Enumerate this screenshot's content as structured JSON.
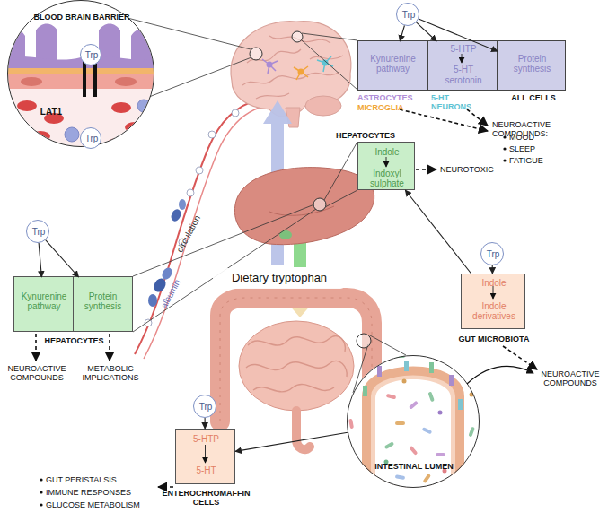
{
  "diagram": {
    "nodes": [
      {
        "text": [
          "Trp"
        ]
      },
      {
        "text": [
          "ALL CELLS"
        ]
      },
      {
        "text": [
          "Kynurenine pathway"
        ],
        "in": 1
      },
      {
        "text": [
          "5-HTP",
          "5-HT",
          "serotonin"
        ],
        "in": 1
      },
      {
        "text": [
          "Protein synthesis"
        ],
        "in": 1
      },
      {
        "text": [
          "BLOOD BRAIN BARRIER",
          "LAT1"
        ]
      },
      {
        "text": [
          "Trp"
        ],
        "in": 5
      },
      {
        "text": [
          "Trp"
        ],
        "in": 5
      },
      {
        "text": [
          "HEPATOCYTES",
          "Indole",
          "Indoxyl sulphate"
        ]
      },
      {
        "text": [
          "Trp"
        ]
      },
      {
        "text": [
          "HEPATOCYTES"
        ]
      },
      {
        "text": [
          "Kynurenine pathway"
        ],
        "in": 10
      },
      {
        "text": [
          "Protein synthesis"
        ],
        "in": 10
      },
      {
        "text": [
          "Trp"
        ]
      },
      {
        "text": [
          "Indole",
          "Indole derivatives",
          "GUT MICROBIOTA"
        ]
      },
      {
        "text": [
          "Dietary tryptophan"
        ]
      },
      {
        "text": [
          "INTESTINAL LUMEN"
        ]
      },
      {
        "text": [
          "Trp"
        ]
      },
      {
        "text": [
          "5-HTP",
          "5-HT",
          "ENTEROCHROMAFFIN CELLS"
        ]
      }
    ],
    "edges": [
      {
        "from": 0,
        "to": 2,
        "arrow": "to"
      },
      {
        "from": 0,
        "to": 3,
        "arrow": "to"
      },
      {
        "from": 0,
        "to": 4,
        "arrow": "to"
      },
      {
        "from": 9,
        "to": 11,
        "arrow": "to"
      },
      {
        "from": 9,
        "to": 12,
        "arrow": "to"
      },
      {
        "from": 13,
        "to": 14,
        "arrow": "to"
      },
      {
        "from": 17,
        "to": 18,
        "arrow": "to"
      },
      {
        "from": 14,
        "to": 8,
        "arrow": "to"
      },
      {
        "from": 16,
        "to": 18,
        "arrow": "to"
      }
    ],
    "labels": [
      "ASTROCYTES",
      "MICROGLIA",
      "5-HT NEURONS",
      "NEUROACTIVE COMPOUNDS:",
      "MOOD",
      "SLEEP",
      "FATIGUE",
      "NEUROTOXIC",
      "circulation",
      "albumin",
      "NEUROACTIVE COMPOUNDS",
      "METABOLIC IMPLICATIONS",
      "NEUROACTIVE COMPOUNDS",
      "GUT PERISTALSIS",
      "IMMUNE RESPONSES",
      "GLUCOSE METABOLISM"
    ]
  }
}
